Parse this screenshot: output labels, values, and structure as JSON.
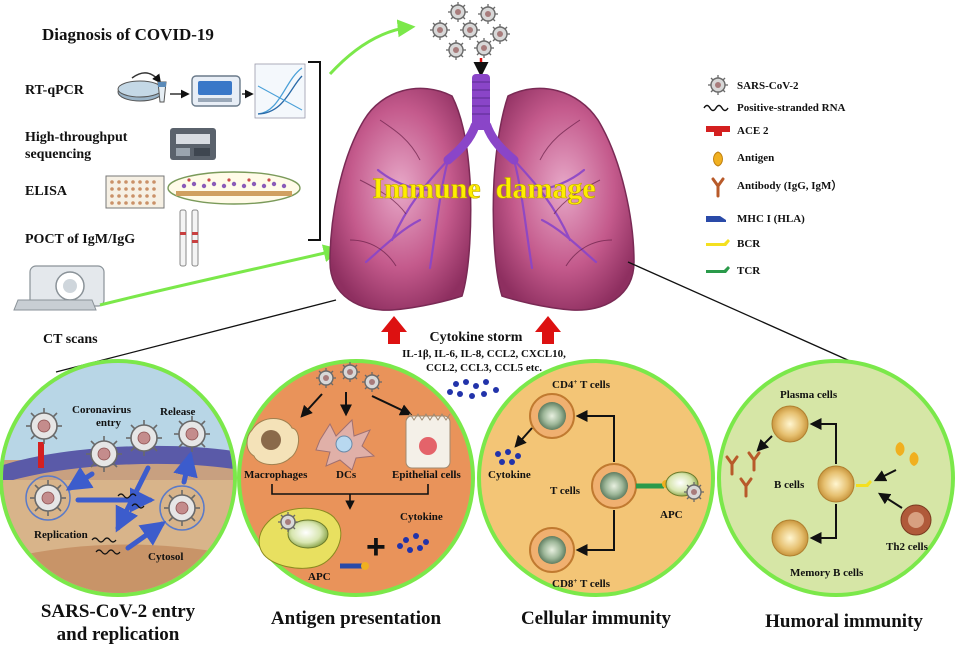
{
  "diagnosis": {
    "title": "Diagnosis of COVID-19",
    "methods": [
      "RT-qPCR",
      "High-throughput",
      "sequencing",
      "ELISA",
      "POCT of IgM/IgG",
      "CT scans"
    ]
  },
  "lung": {
    "overlay_text": "Immune  damage"
  },
  "cytokine_storm": {
    "title": "Cytokine storm",
    "line1": "IL-1β, IL-6, IL-8, CCL2, CXCL10,",
    "line2": "CCL2, CCL3, CCL5 etc."
  },
  "legend": {
    "items": [
      {
        "label": "SARS-CoV-2",
        "icon": "virus-icon"
      },
      {
        "label": "Positive-stranded RNA",
        "icon": "rna-icon"
      },
      {
        "label": "ACE 2",
        "icon": "ace2-receptor-icon"
      },
      {
        "label": "Antigen",
        "icon": "antigen-icon"
      },
      {
        "label": "Antibody (IgG, IgM）",
        "icon": "antibody-icon"
      },
      {
        "label": "MHC I (HLA)",
        "icon": "mhc-icon"
      },
      {
        "label": "BCR",
        "icon": "bcr-icon"
      },
      {
        "label": "TCR",
        "icon": "tcr-icon"
      }
    ]
  },
  "panels": {
    "entry": {
      "caption_line1": "SARS-CoV-2 entry",
      "caption_line2": "and replication",
      "labels": {
        "coronavirus": "Coronavirus",
        "entry": "entry",
        "release": "Release",
        "replication": "Replication",
        "cytosol": "Cytosol"
      }
    },
    "antigen": {
      "caption": "Antigen presentation",
      "labels": {
        "macrophages": "Macrophages",
        "dcs": "DCs",
        "epithelial": "Epithelial cells",
        "cytokine": "Cytokine",
        "apc": "APC"
      }
    },
    "cellular": {
      "caption": "Cellular immunity",
      "labels": {
        "cd4": "CD4",
        "cd4_suffix": " T cells",
        "tcells": "T cells",
        "cytokine": "Cytokine",
        "apc": "APC",
        "cd8": "CD8",
        "cd8_suffix": " T cells"
      }
    },
    "humoral": {
      "caption": "Humoral immunity",
      "labels": {
        "plasma": "Plasma cells",
        "bcells": "B cells",
        "memory": "Memory B cells",
        "th2": "Th2 cells"
      }
    }
  },
  "colors": {
    "panel_border": "#7be84a",
    "entry_bg": "#b8d6e6",
    "antigen_bg": "#e9935a",
    "cellular_bg": "#f3c576",
    "humoral_bg": "#d6e6a6",
    "lung_fill": "#c45a8c",
    "trachea": "#8a45c8",
    "overlay_text": "#ffee00",
    "arrow_red": "#dd1111",
    "cytokine_dot": "#2233aa"
  }
}
